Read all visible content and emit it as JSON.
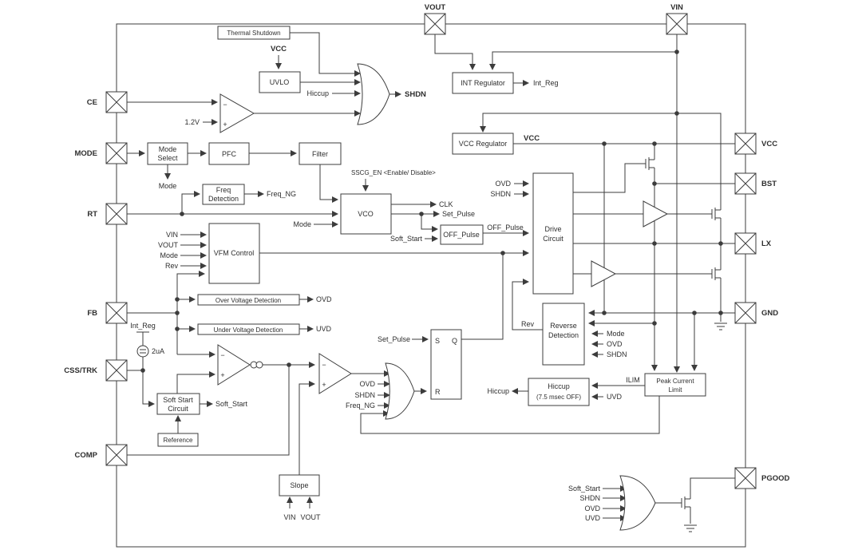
{
  "pins": {
    "top": [
      {
        "label": "VOUT"
      },
      {
        "label": "VIN"
      }
    ],
    "left": [
      {
        "label": "CE"
      },
      {
        "label": "MODE"
      },
      {
        "label": "RT"
      },
      {
        "label": "FB"
      },
      {
        "label": "CSS/TRK"
      },
      {
        "label": "COMP"
      }
    ],
    "right": [
      {
        "label": "VCC"
      },
      {
        "label": "BST"
      },
      {
        "label": "LX"
      },
      {
        "label": "GND"
      },
      {
        "label": "PGOOD"
      }
    ]
  },
  "blocks": {
    "thermal_shutdown": {
      "label": "Thermal Shutdown"
    },
    "uvlo": {
      "label": "UVLO"
    },
    "int_regulator": {
      "label": "INT Regulator"
    },
    "vcc_regulator": {
      "label": "VCC Regulator"
    },
    "mode_select": {
      "line1": "Mode",
      "line2": "Select"
    },
    "pfc": {
      "label": "PFC"
    },
    "filter": {
      "label": "Filter"
    },
    "freq_detection": {
      "line1": "Freq",
      "line2": "Detection"
    },
    "vco": {
      "label": "VCO"
    },
    "off_pulse": {
      "label": "OFF_Pulse"
    },
    "vfm_control": {
      "label": "VFM Control"
    },
    "over_voltage_detection": {
      "label": "Over Voltage Detection"
    },
    "under_voltage_detection": {
      "label": "Under Voltage Detection"
    },
    "soft_start_circuit": {
      "line1": "Soft Start",
      "line2": "Circuit"
    },
    "reference": {
      "label": "Reference"
    },
    "slope": {
      "label": "Slope"
    },
    "sr_latch": {
      "s": "S",
      "q": "Q",
      "r": "R"
    },
    "drive_circuit": {
      "line1": "Drive",
      "line2": "Circuit"
    },
    "reverse_detection": {
      "line1": "Reverse",
      "line2": "Detection"
    },
    "hiccup": {
      "line1": "Hiccup",
      "line2": "(7.5 msec OFF)"
    },
    "peak_current_limit": {
      "line1": "Peak Current",
      "line2": "Limit"
    }
  },
  "nets": {
    "vcc_top": "VCC",
    "hiccup_top": "Hiccup",
    "shdn_top": "SHDN",
    "ref_1v2": "1.2V",
    "int_reg_out": "Int_Reg",
    "vcc_out": "VCC",
    "mode_below": "Mode",
    "freq_ng": "Freq_NG",
    "sscg_en": "SSCG_EN <Enable/ Disable>",
    "mode_vco": "Mode",
    "clk": "CLK",
    "set_pulse": "Set_Pulse",
    "off_pulse_net": "OFF_Pulse",
    "soft_start_off": "Soft_Start",
    "vin_vfm": "VIN",
    "vout_vfm": "VOUT",
    "mode_vfm": "Mode",
    "rev_vfm": "Rev",
    "ovd_net": "OVD",
    "uvd_net": "UVD",
    "int_reg_src": "Int_Reg",
    "bias_2ua": "2uA",
    "soft_start_out": "Soft_Start",
    "set_pulse_latch": "Set_Pulse",
    "ovd_pwm": "OVD",
    "shdn_pwm": "SHDN",
    "freq_ng_pwm": "Freq_NG",
    "ovd_drv": "OVD",
    "shdn_drv": "SHDN",
    "rev_net": "Rev",
    "mode_rev": "Mode",
    "ovd_rev": "OVD",
    "shdn_rev": "SHDN",
    "hiccup_out": "Hiccup",
    "ilim": "ILIM",
    "uvd_hiccup": "UVD",
    "soft_start_pg": "Soft_Start",
    "shdn_pg": "SHDN",
    "ovd_pg": "OVD",
    "uvd_pg": "UVD",
    "vin_slope": "VIN",
    "vout_slope": "VOUT"
  },
  "symbols": {
    "minus": "−",
    "plus": "+"
  },
  "colors": {
    "line": "#3c3c3c",
    "text": "#2e2e2e",
    "background": "#ffffff"
  }
}
